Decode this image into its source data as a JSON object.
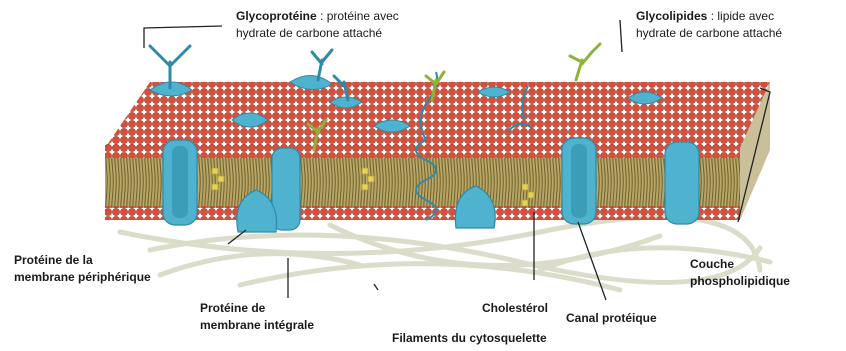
{
  "labels": {
    "glycoprotein": {
      "name": "Glycoprotéine",
      "sep": " : ",
      "desc_1": "protéine avec",
      "desc_2": "hydrate de carbone attaché"
    },
    "glycolipid": {
      "name": "Glycolipides",
      "sep": " : ",
      "desc_1": "lipide avec",
      "desc_2": "hydrate de carbone attaché"
    },
    "peripheral_protein": {
      "line_1": "Protéine de la",
      "line_2": "membrane périphérique"
    },
    "integral_protein": {
      "line_1": "Protéine de",
      "line_2": "membrane intégrale"
    },
    "cholesterol": {
      "text": "Cholestérol"
    },
    "protein_channel": {
      "text": "Canal protéique"
    },
    "phospholipid_layer": {
      "line_1": "Couche",
      "line_2": "phospholipidique"
    },
    "cytoskeleton": {
      "text": "Filaments du cytosquelette"
    }
  },
  "colors": {
    "head": "#d4503c",
    "head_shadow": "#a8341f",
    "tail": "#8a7a3a",
    "protein": "#4fb3cf",
    "protein_dark": "#2e8aa8",
    "glyco": "#8fb33a",
    "cholesterol": "#e6d15a",
    "filament": "#ddddcc",
    "line": "#222222"
  }
}
